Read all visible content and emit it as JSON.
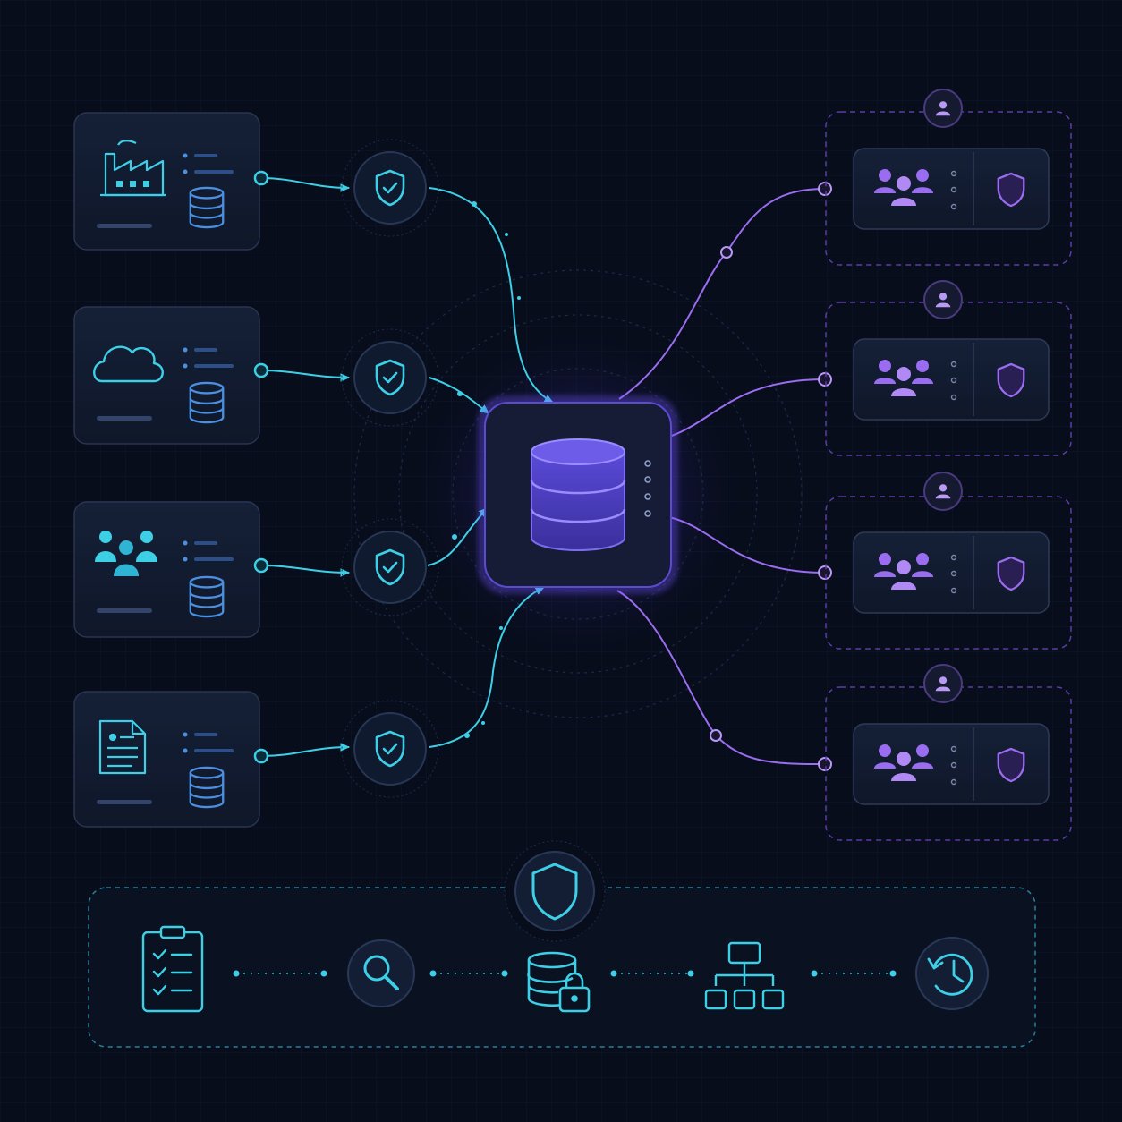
{
  "colors": {
    "background": "#080d1c",
    "panel_fill": "#111a2e",
    "panel_stroke": "#2a3550",
    "cyan": "#3dcfe6",
    "blue_db": "#4a8fe0",
    "violet": "#9a6cf0",
    "lavender": "#b89af5",
    "muted_line": "#3a4766"
  },
  "sources": [
    {
      "id": "factory",
      "icon": "factory-icon"
    },
    {
      "id": "cloud",
      "icon": "cloud-icon"
    },
    {
      "id": "team",
      "icon": "users-icon"
    },
    {
      "id": "document",
      "icon": "document-icon"
    }
  ],
  "consumers": [
    {
      "id": "consumer-1",
      "group_icon": "user-group-icon",
      "badge_icon": "user-icon",
      "shield_icon": "shield-icon"
    },
    {
      "id": "consumer-2",
      "group_icon": "user-group-icon",
      "badge_icon": "user-icon",
      "shield_icon": "shield-icon"
    },
    {
      "id": "consumer-3",
      "group_icon": "user-group-icon",
      "badge_icon": "user-icon",
      "shield_icon": "shield-icon"
    },
    {
      "id": "consumer-4",
      "group_icon": "user-group-icon",
      "badge_icon": "user-icon",
      "shield_icon": "shield-icon"
    }
  ],
  "hub": {
    "icon": "database-icon"
  },
  "governance_steps": [
    "checklist-icon",
    "search-icon",
    "database-lock-icon",
    "hierarchy-icon",
    "history-icon"
  ]
}
